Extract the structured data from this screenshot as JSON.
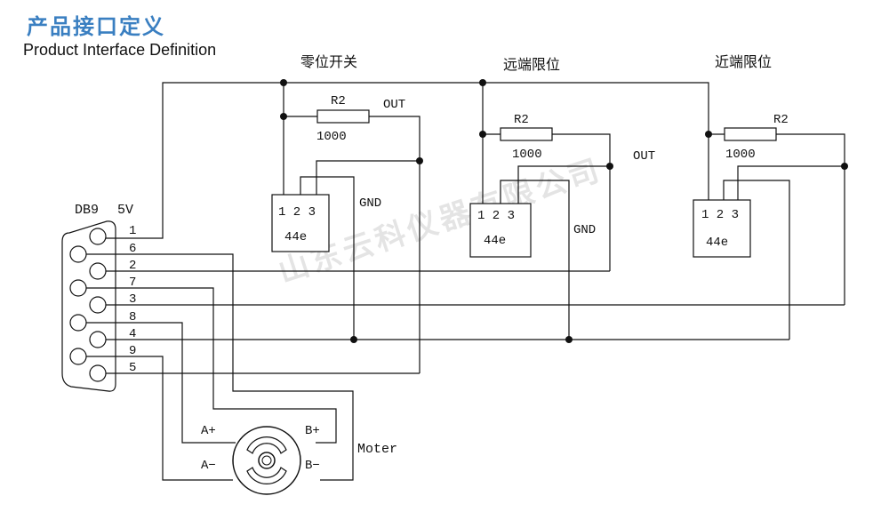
{
  "header": {
    "title_cn": "产品接口定义",
    "title_en": "Product Interface Definition"
  },
  "sections": {
    "zero_switch": "零位开关",
    "far_limit": "远端限位",
    "near_limit": "近端限位"
  },
  "connector": {
    "name": "DB9",
    "voltage": "5V",
    "pins": [
      "1",
      "6",
      "2",
      "7",
      "3",
      "8",
      "4",
      "9",
      "5"
    ]
  },
  "sensor": {
    "pin_labels": "1 2 3",
    "model": "44e",
    "resistor_name": "R2",
    "resistor_value": "1000",
    "out_label": "OUT",
    "gnd_label": "GND"
  },
  "motor": {
    "label": "Moter",
    "a_plus": "A+",
    "a_minus": "A−",
    "b_plus": "B+",
    "b_minus": "B−"
  },
  "watermark": "山东云科仪器有限公司",
  "colors": {
    "title": "#3a7fc1",
    "line": "#111111"
  }
}
